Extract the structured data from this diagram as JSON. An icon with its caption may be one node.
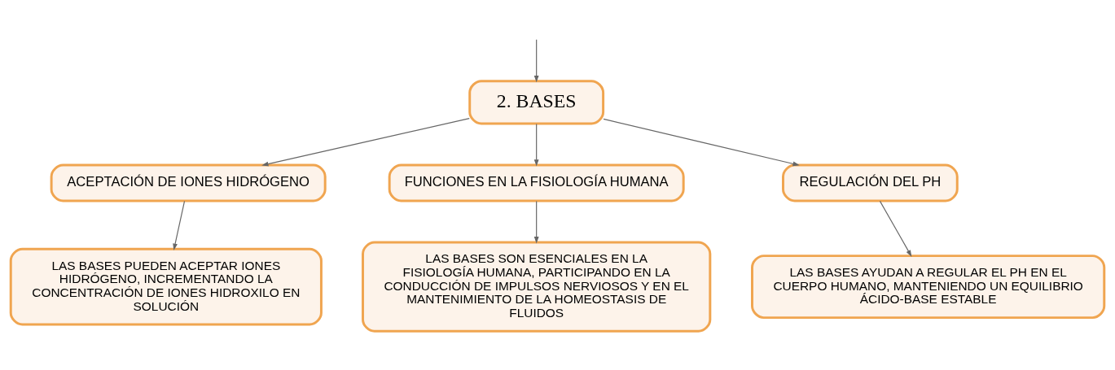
{
  "diagram": {
    "nodes": [
      {
        "text": [
          "2. BASES"
        ]
      },
      {
        "text": [
          "ACEPTACIÓN DE IONES HIDRÓGENO"
        ]
      },
      {
        "text": [
          "FUNCIONES EN LA FISIOLOGÍA HUMANA"
        ]
      },
      {
        "text": [
          "REGULACIÓN DEL PH"
        ]
      },
      {
        "text": [
          "LAS BASES PUEDEN ACEPTAR IONES HIDRÓGENO, INCREMENTANDO LA CONCENTRACIÓN DE IONES HIDROXILO EN SOLUCIÓN"
        ]
      },
      {
        "text": [
          "LAS BASES SON ESENCIALES EN LA FISIOLOGÍA HUMANA, PARTICIPANDO EN LA CONDUCCIÓN DE IMPULSOS NERVIOSOS Y EN EL MANTENIMIENTO DE LA HOMEOSTASIS DE FLUIDOS"
        ]
      },
      {
        "text": [
          "LAS BASES AYUDAN A REGULAR EL PH EN EL CUERPO HUMANO, MANTENIENDO UN EQUILIBRIO ÁCIDO-BASE ESTABLE"
        ]
      }
    ],
    "edges": [
      {
        "from": null,
        "to": 0,
        "arrow": "to"
      },
      {
        "from": 0,
        "to": 1,
        "arrow": "to"
      },
      {
        "from": 0,
        "to": 2,
        "arrow": "to"
      },
      {
        "from": 0,
        "to": 3,
        "arrow": "to"
      },
      {
        "from": 1,
        "to": 4,
        "arrow": "to"
      },
      {
        "from": 2,
        "to": 5,
        "arrow": "to"
      },
      {
        "from": 3,
        "to": 6,
        "arrow": "to"
      }
    ]
  }
}
